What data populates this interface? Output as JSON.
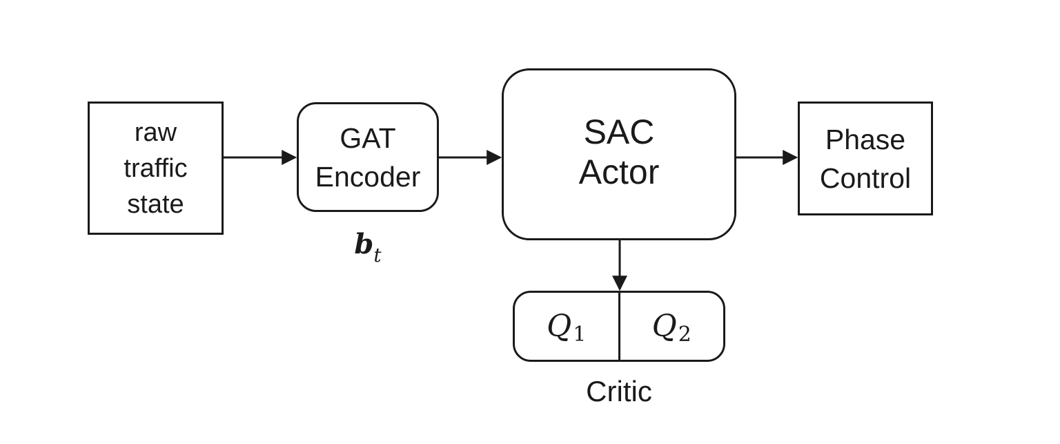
{
  "blocks": {
    "raw_state": "raw\ntraffic\nstate",
    "gat_encoder": "GAT\nEncoder",
    "sac_actor": "SAC\nActor",
    "phase_control": "Phase\nControl"
  },
  "critic": {
    "q1_symbol": "Q",
    "q1_subscript": "1",
    "q2_symbol": "Q",
    "q2_subscript": "2",
    "caption": "Critic"
  },
  "embedding": {
    "symbol": "b",
    "subscript": "t"
  }
}
